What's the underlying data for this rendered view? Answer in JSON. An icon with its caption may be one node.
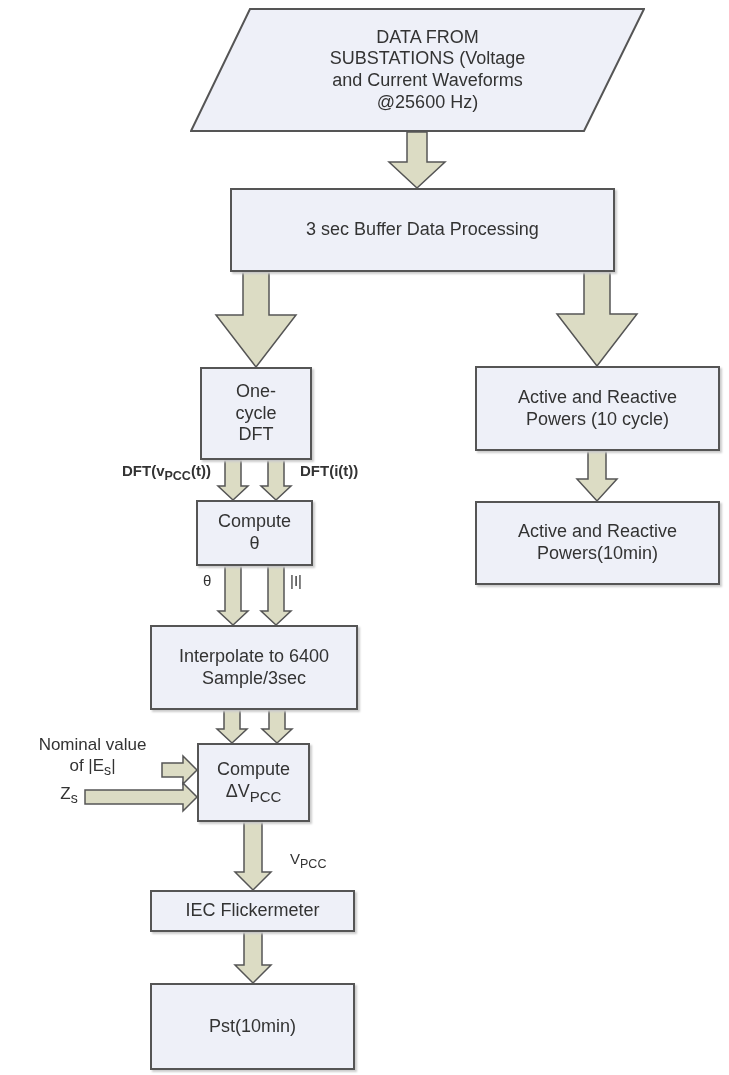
{
  "diagram": {
    "nodes": [
      {
        "text": [
          "DATA FROM SUBSTATIONS (Voltage and Current Waveforms @25600 Hz)"
        ]
      },
      {
        "text": [
          "3 sec Buffer Data Processing"
        ]
      },
      {
        "text": [
          "One-cycle DFT"
        ]
      },
      {
        "text": [
          "Active and Reactive Powers (10 cycle)"
        ]
      },
      {
        "text": [
          "Active and Reactive Powers(10min)"
        ]
      },
      {
        "text": [
          "Compute θ"
        ]
      },
      {
        "text": [
          "Interpolate to 6400 Sample/3sec"
        ]
      },
      {
        "text": [
          "Compute ΔV$_{PCC}$"
        ]
      },
      {
        "text": [
          "Nominal value of |E$_{s}$|"
        ]
      },
      {
        "text": [
          "Z$_{s}$"
        ]
      },
      {
        "text": [
          "IEC Flickermeter"
        ]
      },
      {
        "text": [
          "Pst(10min)"
        ]
      }
    ],
    "edges": [
      {
        "from": 0,
        "to": 1,
        "arrow": "to"
      },
      {
        "from": 1,
        "to": 2,
        "arrow": "to"
      },
      {
        "from": 1,
        "to": 3,
        "arrow": "to"
      },
      {
        "from": 3,
        "to": 4,
        "arrow": "to"
      },
      {
        "from": 2,
        "to": 5,
        "arrow": "to",
        "label": "DFT(v$_{PCC}$(t))"
      },
      {
        "from": 2,
        "to": 5,
        "arrow": "to",
        "label": "DFT(i(t))"
      },
      {
        "from": 5,
        "to": 6,
        "arrow": "to",
        "label": "θ"
      },
      {
        "from": 5,
        "to": 6,
        "arrow": "to",
        "label": "|I|"
      },
      {
        "from": 6,
        "to": 7,
        "arrow": "to"
      },
      {
        "from": 6,
        "to": 7,
        "arrow": "to"
      },
      {
        "from": 8,
        "to": 7,
        "arrow": "to"
      },
      {
        "from": 9,
        "to": 7,
        "arrow": "to"
      },
      {
        "from": 7,
        "to": 10,
        "arrow": "to",
        "label": "V$_{PCC}$"
      },
      {
        "from": 10,
        "to": 11,
        "arrow": "to"
      }
    ]
  }
}
